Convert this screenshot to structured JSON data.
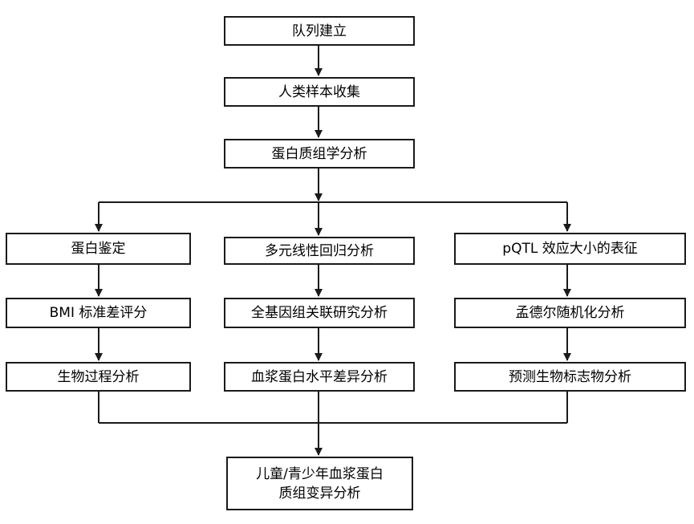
{
  "flow": {
    "cohort": "队列建立",
    "sample_collection": "人类样本收集",
    "proteomics": "蛋白质组学分析",
    "left": [
      "蛋白鉴定",
      "BMI 标准差评分",
      "生物过程分析"
    ],
    "middle": [
      "多元线性回归分析",
      "全基因组关联研究分析",
      "血浆蛋白水平差异分析"
    ],
    "right": [
      "pQTL 效应大小的表征",
      "孟德尔随机化分析",
      "预测生物标志物分析"
    ],
    "final": [
      "儿童/青少年血浆蛋白",
      "质组变异分析"
    ]
  }
}
